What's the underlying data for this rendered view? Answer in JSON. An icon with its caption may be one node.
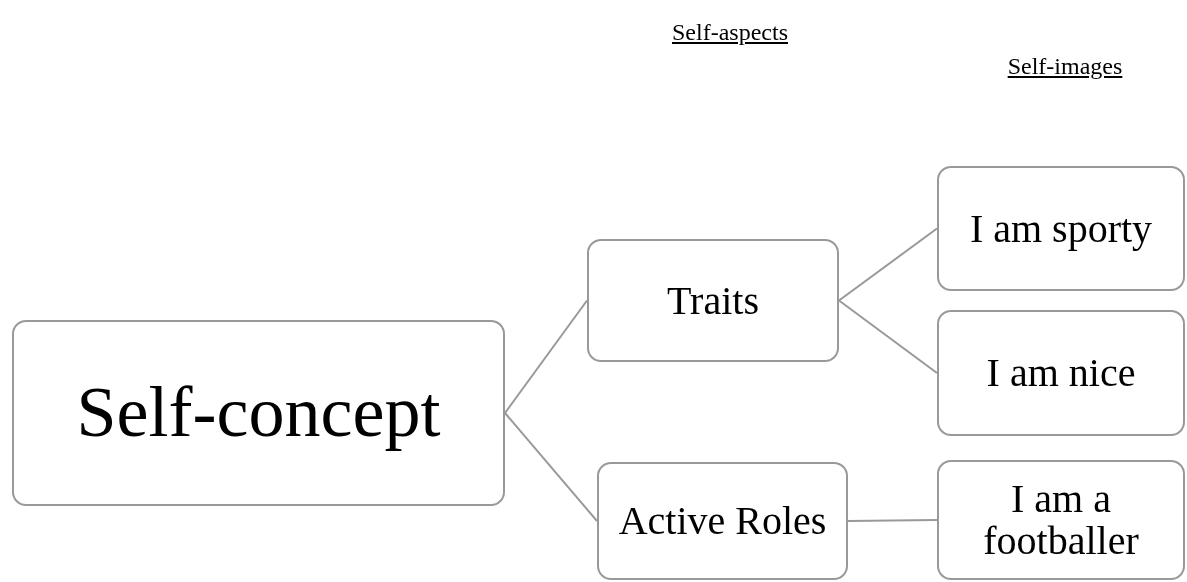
{
  "diagram": {
    "nodes": [
      {
        "text": [
          "Self-concept"
        ]
      },
      {
        "text": [
          "Traits"
        ]
      },
      {
        "text": [
          "Active Roles"
        ]
      },
      {
        "text": [
          "I am sporty"
        ]
      },
      {
        "text": [
          "I am nice"
        ]
      },
      {
        "text": [
          "I am a footballer"
        ]
      }
    ],
    "edges": [
      {
        "from": 0,
        "to": 1,
        "arrow": "none"
      },
      {
        "from": 0,
        "to": 2,
        "arrow": "none"
      },
      {
        "from": 1,
        "to": 3,
        "arrow": "none"
      },
      {
        "from": 1,
        "to": 4,
        "arrow": "none"
      },
      {
        "from": 2,
        "to": 5,
        "arrow": "none"
      }
    ],
    "labels": [
      "Self-aspects",
      "Self-images"
    ]
  }
}
